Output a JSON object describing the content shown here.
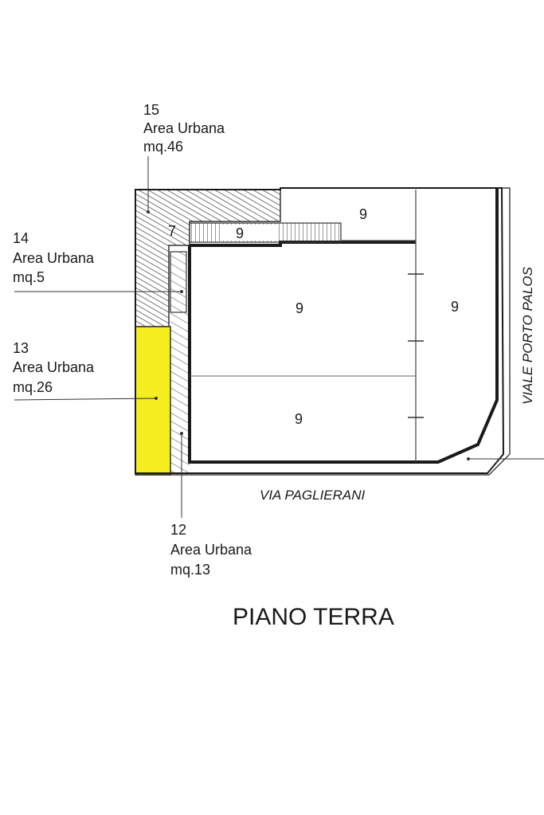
{
  "title": "PIANO TERRA",
  "streets": {
    "south": "VIA PAGLIERANI",
    "east": "VIALE PORTO PALOS"
  },
  "areas": [
    {
      "id": "15",
      "name": "Area Urbana",
      "size": "mq.46"
    },
    {
      "id": "14",
      "name": "Area Urbana",
      "size": "mq.5"
    },
    {
      "id": "13",
      "name": "Area Urbana",
      "size": "mq.26"
    },
    {
      "id": "12",
      "name": "Area Urbana",
      "size": "mq.13"
    }
  ],
  "unit_numbers": {
    "top": "9",
    "stair": "9",
    "small": "7",
    "center": "9",
    "right": "9",
    "lower": "9"
  },
  "colors": {
    "highlight": "#f5ee1e",
    "line": "#1a1a1a",
    "hatch": "#8a8a8a"
  }
}
